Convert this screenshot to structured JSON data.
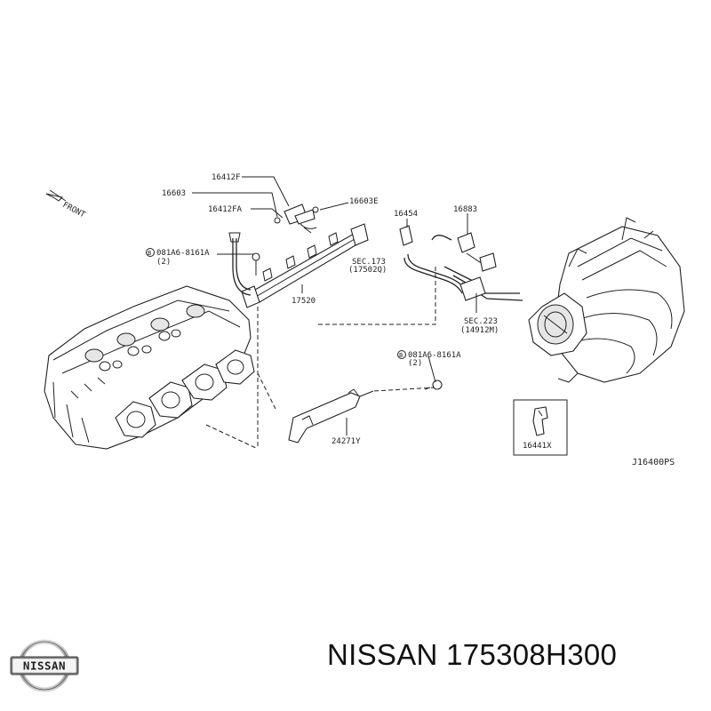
{
  "diagram": {
    "direction_label": "FRONT",
    "drawing_code": "J16400PS",
    "labels": {
      "p16412f": "16412F",
      "p16603": "16603",
      "p16412fa": "16412FA",
      "p16603e": "16603E",
      "p16454": "16454",
      "p16883": "16883",
      "bolt_top_code": "081A6-8161A",
      "bolt_top_qty": "(2)",
      "bolt_top_circle": "B",
      "sec173": "SEC.173",
      "sec173_ref": "(17502Q)",
      "p17520": "17520",
      "sec223": "SEC.223",
      "sec223_ref": "(14912M)",
      "bolt_bottom_code": "081A6-8161A",
      "bolt_bottom_qty": "(2)",
      "bolt_bottom_circle": "B",
      "p24271y": "24271Y",
      "p16441x": "16441X"
    }
  },
  "footer": {
    "brand_logo_text": "NISSAN",
    "brand_name": "NISSAN",
    "part_number": "175308H300"
  }
}
